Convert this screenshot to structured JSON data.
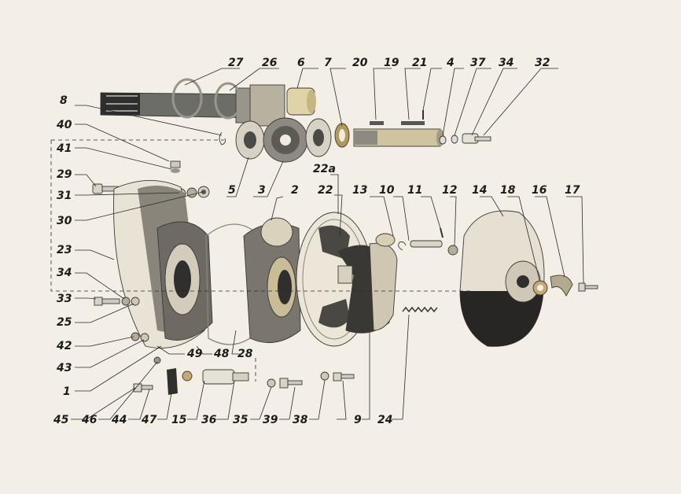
{
  "diagram": {
    "labels": [
      "27",
      "26",
      "6",
      "7",
      "20",
      "19",
      "21",
      "4",
      "37",
      "34",
      "32",
      "8",
      "40",
      "41",
      "29",
      "31",
      "30",
      "5",
      "3",
      "2",
      "22a",
      "22",
      "13",
      "10",
      "11",
      "12",
      "14",
      "18",
      "16",
      "17",
      "23",
      "34",
      "33",
      "25",
      "42",
      "43",
      "1",
      "49",
      "48",
      "28",
      "45",
      "46",
      "44",
      "47",
      "15",
      "36",
      "35",
      "39",
      "38",
      "9",
      "24"
    ]
  },
  "colors": {
    "paper": "#f3efe6",
    "ink": "#1c1c1c",
    "dark_metal": "#3c3c3c",
    "mid_metal": "#8a8a84",
    "light_metal": "#cfcac0",
    "brass": "#d9c79a",
    "pale": "#efe9dc"
  }
}
